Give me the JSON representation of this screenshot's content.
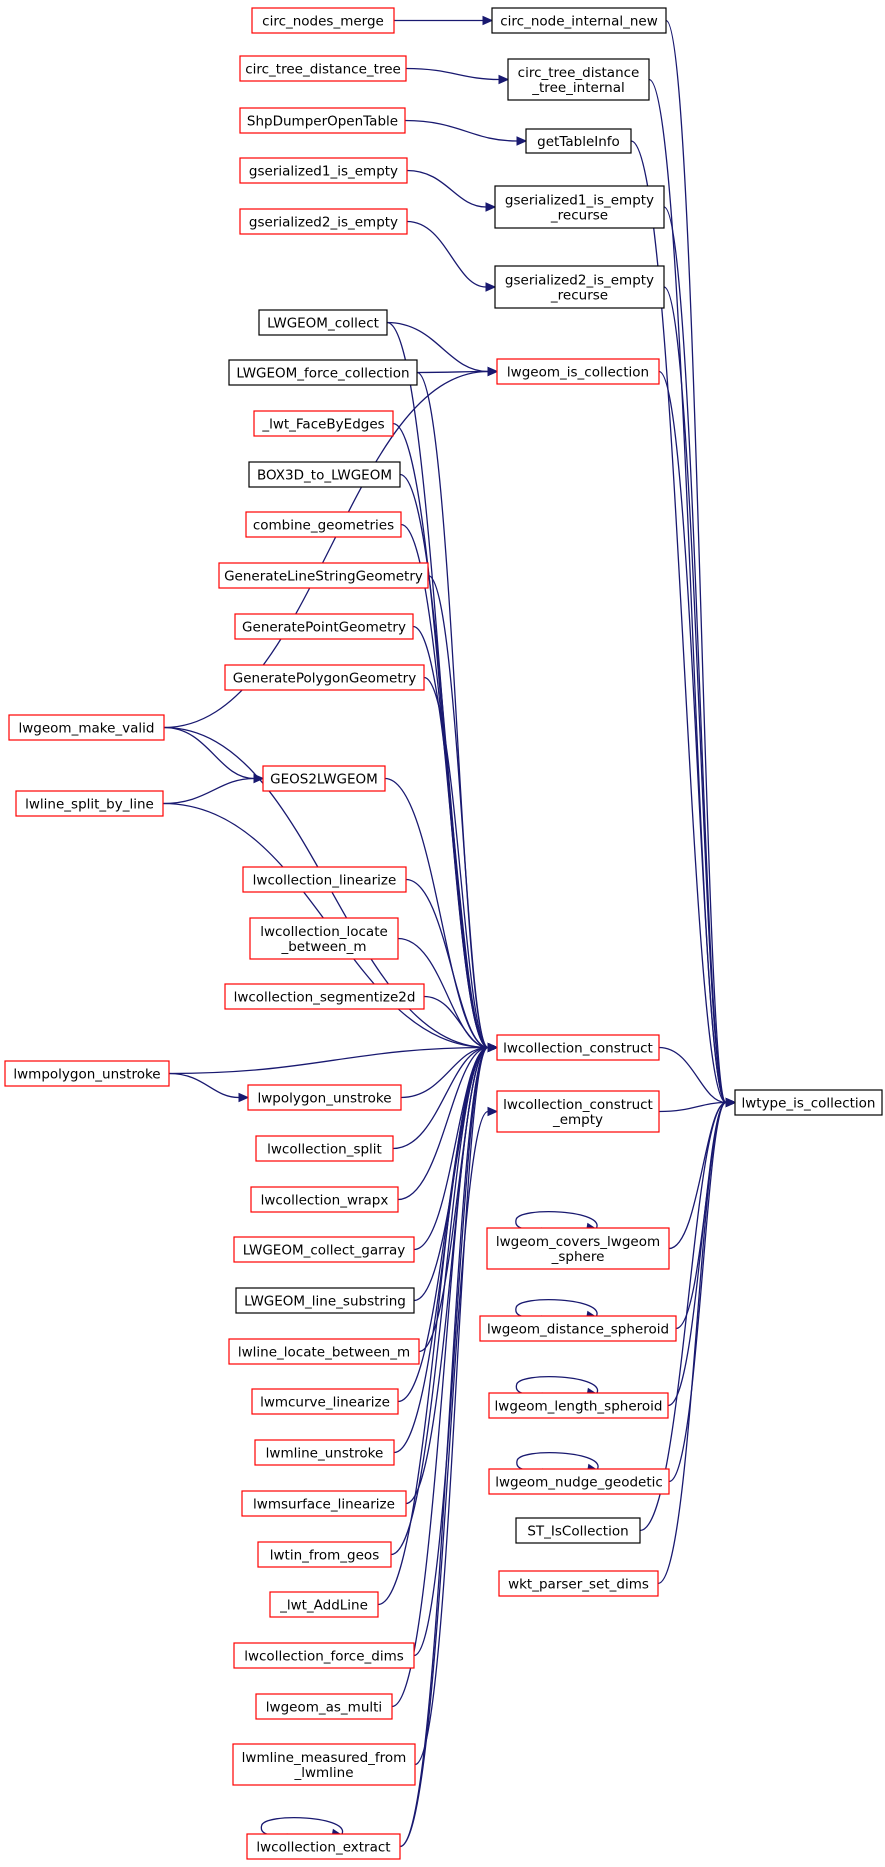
{
  "colors": {
    "edge": "#191970",
    "border_red": "#ff0000",
    "border_black": "#000000",
    "root_fill": "#bfbfbf"
  },
  "root": {
    "id": "lwtype_is_collection",
    "lines": [
      "lwtype_is_collection"
    ]
  },
  "nodes": [
    {
      "id": "circ_nodes_merge",
      "lines": [
        "circ_nodes_merge"
      ],
      "border": "red"
    },
    {
      "id": "circ_node_internal_new",
      "lines": [
        "circ_node_internal_new"
      ],
      "border": "black"
    },
    {
      "id": "circ_tree_distance_tree",
      "lines": [
        "circ_tree_distance_tree"
      ],
      "border": "red"
    },
    {
      "id": "circ_tree_distance_tree_internal",
      "lines": [
        "circ_tree_distance",
        "_tree_internal"
      ],
      "border": "black"
    },
    {
      "id": "ShpDumperOpenTable",
      "lines": [
        "ShpDumperOpenTable"
      ],
      "border": "red"
    },
    {
      "id": "getTableInfo",
      "lines": [
        "getTableInfo"
      ],
      "border": "black"
    },
    {
      "id": "gserialized1_is_empty",
      "lines": [
        "gserialized1_is_empty"
      ],
      "border": "red"
    },
    {
      "id": "gserialized1_is_empty_recurse",
      "lines": [
        "gserialized1_is_empty",
        "_recurse"
      ],
      "border": "black"
    },
    {
      "id": "gserialized2_is_empty",
      "lines": [
        "gserialized2_is_empty"
      ],
      "border": "red"
    },
    {
      "id": "gserialized2_is_empty_recurse",
      "lines": [
        "gserialized2_is_empty",
        "_recurse"
      ],
      "border": "black"
    },
    {
      "id": "LWGEOM_collect",
      "lines": [
        "LWGEOM_collect"
      ],
      "border": "black"
    },
    {
      "id": "LWGEOM_force_collection",
      "lines": [
        "LWGEOM_force_collection"
      ],
      "border": "black"
    },
    {
      "id": "lwgeom_is_collection",
      "lines": [
        "lwgeom_is_collection"
      ],
      "border": "red"
    },
    {
      "id": "_lwt_FaceByEdges",
      "lines": [
        "_lwt_FaceByEdges"
      ],
      "border": "red"
    },
    {
      "id": "BOX3D_to_LWGEOM",
      "lines": [
        "BOX3D_to_LWGEOM"
      ],
      "border": "black"
    },
    {
      "id": "combine_geometries",
      "lines": [
        "combine_geometries"
      ],
      "border": "red"
    },
    {
      "id": "GenerateLineStringGeometry",
      "lines": [
        "GenerateLineStringGeometry"
      ],
      "border": "red"
    },
    {
      "id": "GeneratePointGeometry",
      "lines": [
        "GeneratePointGeometry"
      ],
      "border": "red"
    },
    {
      "id": "GeneratePolygonGeometry",
      "lines": [
        "GeneratePolygonGeometry"
      ],
      "border": "red"
    },
    {
      "id": "lwgeom_make_valid",
      "lines": [
        "lwgeom_make_valid"
      ],
      "border": "red"
    },
    {
      "id": "GEOS2LWGEOM",
      "lines": [
        "GEOS2LWGEOM"
      ],
      "border": "red"
    },
    {
      "id": "lwline_split_by_line",
      "lines": [
        "lwline_split_by_line"
      ],
      "border": "red"
    },
    {
      "id": "lwcollection_linearize",
      "lines": [
        "lwcollection_linearize"
      ],
      "border": "red"
    },
    {
      "id": "lwcollection_locate_between_m",
      "lines": [
        "lwcollection_locate",
        "_between_m"
      ],
      "border": "red"
    },
    {
      "id": "lwcollection_segmentize2d",
      "lines": [
        "lwcollection_segmentize2d"
      ],
      "border": "red"
    },
    {
      "id": "lwcollection_construct",
      "lines": [
        "lwcollection_construct"
      ],
      "border": "red"
    },
    {
      "id": "lwmpolygon_unstroke",
      "lines": [
        "lwmpolygon_unstroke"
      ],
      "border": "red"
    },
    {
      "id": "lwpolygon_unstroke",
      "lines": [
        "lwpolygon_unstroke"
      ],
      "border": "red"
    },
    {
      "id": "lwcollection_construct_empty",
      "lines": [
        "lwcollection_construct",
        "_empty"
      ],
      "border": "red"
    },
    {
      "id": "lwcollection_split",
      "lines": [
        "lwcollection_split"
      ],
      "border": "red"
    },
    {
      "id": "lwcollection_wrapx",
      "lines": [
        "lwcollection_wrapx"
      ],
      "border": "red"
    },
    {
      "id": "LWGEOM_collect_garray",
      "lines": [
        "LWGEOM_collect_garray"
      ],
      "border": "red"
    },
    {
      "id": "lwgeom_covers_lwgeom_sphere",
      "lines": [
        "lwgeom_covers_lwgeom",
        "_sphere"
      ],
      "border": "red"
    },
    {
      "id": "LWGEOM_line_substring",
      "lines": [
        "LWGEOM_line_substring"
      ],
      "border": "black"
    },
    {
      "id": "lwgeom_distance_spheroid",
      "lines": [
        "lwgeom_distance_spheroid"
      ],
      "border": "red"
    },
    {
      "id": "lwline_locate_between_m",
      "lines": [
        "lwline_locate_between_m"
      ],
      "border": "red"
    },
    {
      "id": "lwmcurve_linearize",
      "lines": [
        "lwmcurve_linearize"
      ],
      "border": "red"
    },
    {
      "id": "lwgeom_length_spheroid",
      "lines": [
        "lwgeom_length_spheroid"
      ],
      "border": "red"
    },
    {
      "id": "lwmline_unstroke",
      "lines": [
        "lwmline_unstroke"
      ],
      "border": "red"
    },
    {
      "id": "lwgeom_nudge_geodetic",
      "lines": [
        "lwgeom_nudge_geodetic"
      ],
      "border": "red"
    },
    {
      "id": "lwmsurface_linearize",
      "lines": [
        "lwmsurface_linearize"
      ],
      "border": "red"
    },
    {
      "id": "ST_IsCollection",
      "lines": [
        "ST_IsCollection"
      ],
      "border": "black"
    },
    {
      "id": "lwtin_from_geos",
      "lines": [
        "lwtin_from_geos"
      ],
      "border": "red"
    },
    {
      "id": "wkt_parser_set_dims",
      "lines": [
        "wkt_parser_set_dims"
      ],
      "border": "red"
    },
    {
      "id": "_lwt_AddLine",
      "lines": [
        "_lwt_AddLine"
      ],
      "border": "red"
    },
    {
      "id": "lwcollection_force_dims",
      "lines": [
        "lwcollection_force_dims"
      ],
      "border": "red"
    },
    {
      "id": "lwgeom_as_multi",
      "lines": [
        "lwgeom_as_multi"
      ],
      "border": "red"
    },
    {
      "id": "lwmline_measured_from_lwmline",
      "lines": [
        "lwmline_measured_from",
        "_lwmline"
      ],
      "border": "red"
    },
    {
      "id": "lwcollection_extract",
      "lines": [
        "lwcollection_extract"
      ],
      "border": "red"
    }
  ],
  "edges": [
    {
      "from": "circ_nodes_merge",
      "to": "circ_node_internal_new"
    },
    {
      "from": "circ_node_internal_new",
      "to": "lwtype_is_collection"
    },
    {
      "from": "circ_tree_distance_tree",
      "to": "circ_tree_distance_tree_internal"
    },
    {
      "from": "circ_tree_distance_tree_internal",
      "to": "lwtype_is_collection"
    },
    {
      "from": "ShpDumperOpenTable",
      "to": "getTableInfo"
    },
    {
      "from": "getTableInfo",
      "to": "lwtype_is_collection"
    },
    {
      "from": "gserialized1_is_empty",
      "to": "gserialized1_is_empty_recurse"
    },
    {
      "from": "gserialized1_is_empty_recurse",
      "to": "lwtype_is_collection"
    },
    {
      "from": "gserialized2_is_empty",
      "to": "gserialized2_is_empty_recurse"
    },
    {
      "from": "gserialized2_is_empty_recurse",
      "to": "lwtype_is_collection"
    },
    {
      "from": "LWGEOM_collect",
      "to": "lwgeom_is_collection"
    },
    {
      "from": "LWGEOM_force_collection",
      "to": "lwgeom_is_collection"
    },
    {
      "from": "lwgeom_make_valid",
      "to": "lwgeom_is_collection"
    },
    {
      "from": "lwgeom_is_collection",
      "to": "lwtype_is_collection"
    },
    {
      "from": "LWGEOM_collect",
      "to": "lwcollection_construct"
    },
    {
      "from": "LWGEOM_force_collection",
      "to": "lwcollection_construct"
    },
    {
      "from": "_lwt_FaceByEdges",
      "to": "lwcollection_construct"
    },
    {
      "from": "BOX3D_to_LWGEOM",
      "to": "lwcollection_construct"
    },
    {
      "from": "combine_geometries",
      "to": "lwcollection_construct"
    },
    {
      "from": "GenerateLineStringGeometry",
      "to": "lwcollection_construct"
    },
    {
      "from": "GeneratePointGeometry",
      "to": "lwcollection_construct"
    },
    {
      "from": "GeneratePolygonGeometry",
      "to": "lwcollection_construct"
    },
    {
      "from": "lwgeom_make_valid",
      "to": "lwcollection_construct"
    },
    {
      "from": "lwgeom_make_valid",
      "to": "GEOS2LWGEOM"
    },
    {
      "from": "lwline_split_by_line",
      "to": "GEOS2LWGEOM"
    },
    {
      "from": "GEOS2LWGEOM",
      "to": "lwcollection_construct"
    },
    {
      "from": "lwline_split_by_line",
      "to": "lwcollection_construct"
    },
    {
      "from": "lwcollection_linearize",
      "to": "lwcollection_construct"
    },
    {
      "from": "lwcollection_locate_between_m",
      "to": "lwcollection_construct"
    },
    {
      "from": "lwcollection_segmentize2d",
      "to": "lwcollection_construct"
    },
    {
      "from": "lwmpolygon_unstroke",
      "to": "lwcollection_construct"
    },
    {
      "from": "lwmpolygon_unstroke",
      "to": "lwpolygon_unstroke"
    },
    {
      "from": "lwpolygon_unstroke",
      "to": "lwcollection_construct"
    },
    {
      "from": "lwcollection_split",
      "to": "lwcollection_construct"
    },
    {
      "from": "lwcollection_wrapx",
      "to": "lwcollection_construct"
    },
    {
      "from": "LWGEOM_collect_garray",
      "to": "lwcollection_construct"
    },
    {
      "from": "LWGEOM_line_substring",
      "to": "lwcollection_construct"
    },
    {
      "from": "lwline_locate_between_m",
      "to": "lwcollection_construct"
    },
    {
      "from": "lwmcurve_linearize",
      "to": "lwcollection_construct"
    },
    {
      "from": "lwmline_unstroke",
      "to": "lwcollection_construct"
    },
    {
      "from": "lwmsurface_linearize",
      "to": "lwcollection_construct"
    },
    {
      "from": "lwtin_from_geos",
      "to": "lwcollection_construct"
    },
    {
      "from": "_lwt_AddLine",
      "to": "lwcollection_construct"
    },
    {
      "from": "lwcollection_force_dims",
      "to": "lwcollection_construct"
    },
    {
      "from": "lwgeom_as_multi",
      "to": "lwcollection_construct"
    },
    {
      "from": "lwmline_measured_from_lwmline",
      "to": "lwcollection_construct"
    },
    {
      "from": "lwcollection_extract",
      "to": "lwcollection_construct"
    },
    {
      "from": "lwcollection_construct",
      "to": "lwtype_is_collection"
    },
    {
      "from": "lwcollection_extract",
      "to": "lwcollection_construct_empty"
    },
    {
      "from": "lwcollection_construct_empty",
      "to": "lwtype_is_collection"
    },
    {
      "from": "lwgeom_covers_lwgeom_sphere",
      "to": "lwtype_is_collection"
    },
    {
      "from": "lwgeom_covers_lwgeom_sphere",
      "to": "lwgeom_covers_lwgeom_sphere"
    },
    {
      "from": "lwgeom_distance_spheroid",
      "to": "lwtype_is_collection"
    },
    {
      "from": "lwgeom_distance_spheroid",
      "to": "lwgeom_distance_spheroid"
    },
    {
      "from": "lwgeom_length_spheroid",
      "to": "lwtype_is_collection"
    },
    {
      "from": "lwgeom_length_spheroid",
      "to": "lwgeom_length_spheroid"
    },
    {
      "from": "lwgeom_nudge_geodetic",
      "to": "lwtype_is_collection"
    },
    {
      "from": "lwgeom_nudge_geodetic",
      "to": "lwgeom_nudge_geodetic"
    },
    {
      "from": "ST_IsCollection",
      "to": "lwtype_is_collection"
    },
    {
      "from": "wkt_parser_set_dims",
      "to": "lwtype_is_collection"
    },
    {
      "from": "lwcollection_extract",
      "to": "lwcollection_extract"
    }
  ]
}
